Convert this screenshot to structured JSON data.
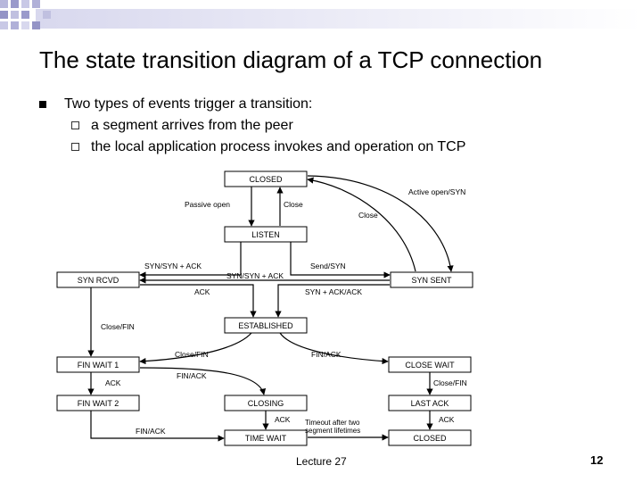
{
  "slide": {
    "title": "The state transition diagram of a TCP connection",
    "bullet_main": "Two types of events trigger a transition:",
    "sub_bullets": [
      "a segment arrives from the peer",
      "the local application process invokes and operation on TCP"
    ],
    "footer": "Lecture 27",
    "page_number": "12"
  },
  "diagram": {
    "states": {
      "closed_top": "CLOSED",
      "listen": "LISTEN",
      "syn_rcvd": "SYN RCVD",
      "syn_sent": "SYN SENT",
      "established": "ESTABLISHED",
      "fin_wait_1": "FIN WAIT 1",
      "fin_wait_2": "FIN WAIT 2",
      "closing": "CLOSING",
      "time_wait": "TIME WAIT",
      "close_wait": "CLOSE WAIT",
      "last_ack": "LAST ACK",
      "closed_bottom": "CLOSED"
    },
    "labels": {
      "passive_open": "Passive open",
      "close_1": "Close",
      "close_2": "Close",
      "active_open": "Active open/SYN",
      "syn_syn_ack_left": "SYN/SYN + ACK",
      "send_syn": "Send/SYN",
      "syn_syn_ack_mid": "SYN/SYN + ACK",
      "ack_1": "ACK",
      "syn_ack_ack": "SYN + ACK/ACK",
      "close_fin_left": "Close/FIN",
      "close_fin_mid": "Close/FIN",
      "fin_ack_right": "FIN/ACK",
      "fin_ack_mid": "FIN/ACK",
      "ack_2": "ACK",
      "close_fin_right": "Close/FIN",
      "fin_ack_bottom": "FIN/ACK",
      "ack_3": "ACK",
      "ack_4": "ACK",
      "timeout_1": "Timeout after two",
      "timeout_2": "segment lifetimes"
    }
  }
}
